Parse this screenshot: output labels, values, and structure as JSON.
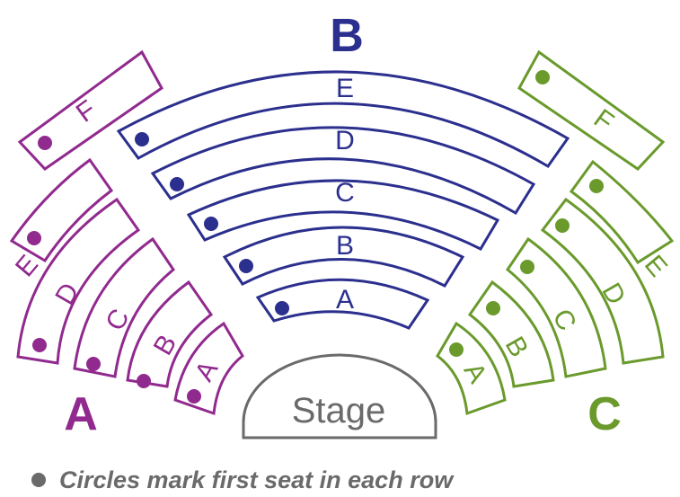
{
  "colors": {
    "section_a": "#912a8e",
    "section_b": "#2b2f8d",
    "section_c": "#6a9a2c",
    "stage": "#6a6a6a",
    "legend": "#6a6a6a"
  },
  "sections": {
    "a": {
      "label": "A",
      "rows": [
        "A",
        "B",
        "C",
        "D",
        "E",
        "F"
      ]
    },
    "b": {
      "label": "B",
      "rows": [
        "A",
        "B",
        "C",
        "D",
        "E"
      ]
    },
    "c": {
      "label": "C",
      "rows": [
        "A",
        "B",
        "C",
        "D",
        "E",
        "F"
      ]
    }
  },
  "stage": {
    "label": "Stage"
  },
  "legend": {
    "text": "Circles mark first seat in each row",
    "icon": "circle-icon"
  }
}
